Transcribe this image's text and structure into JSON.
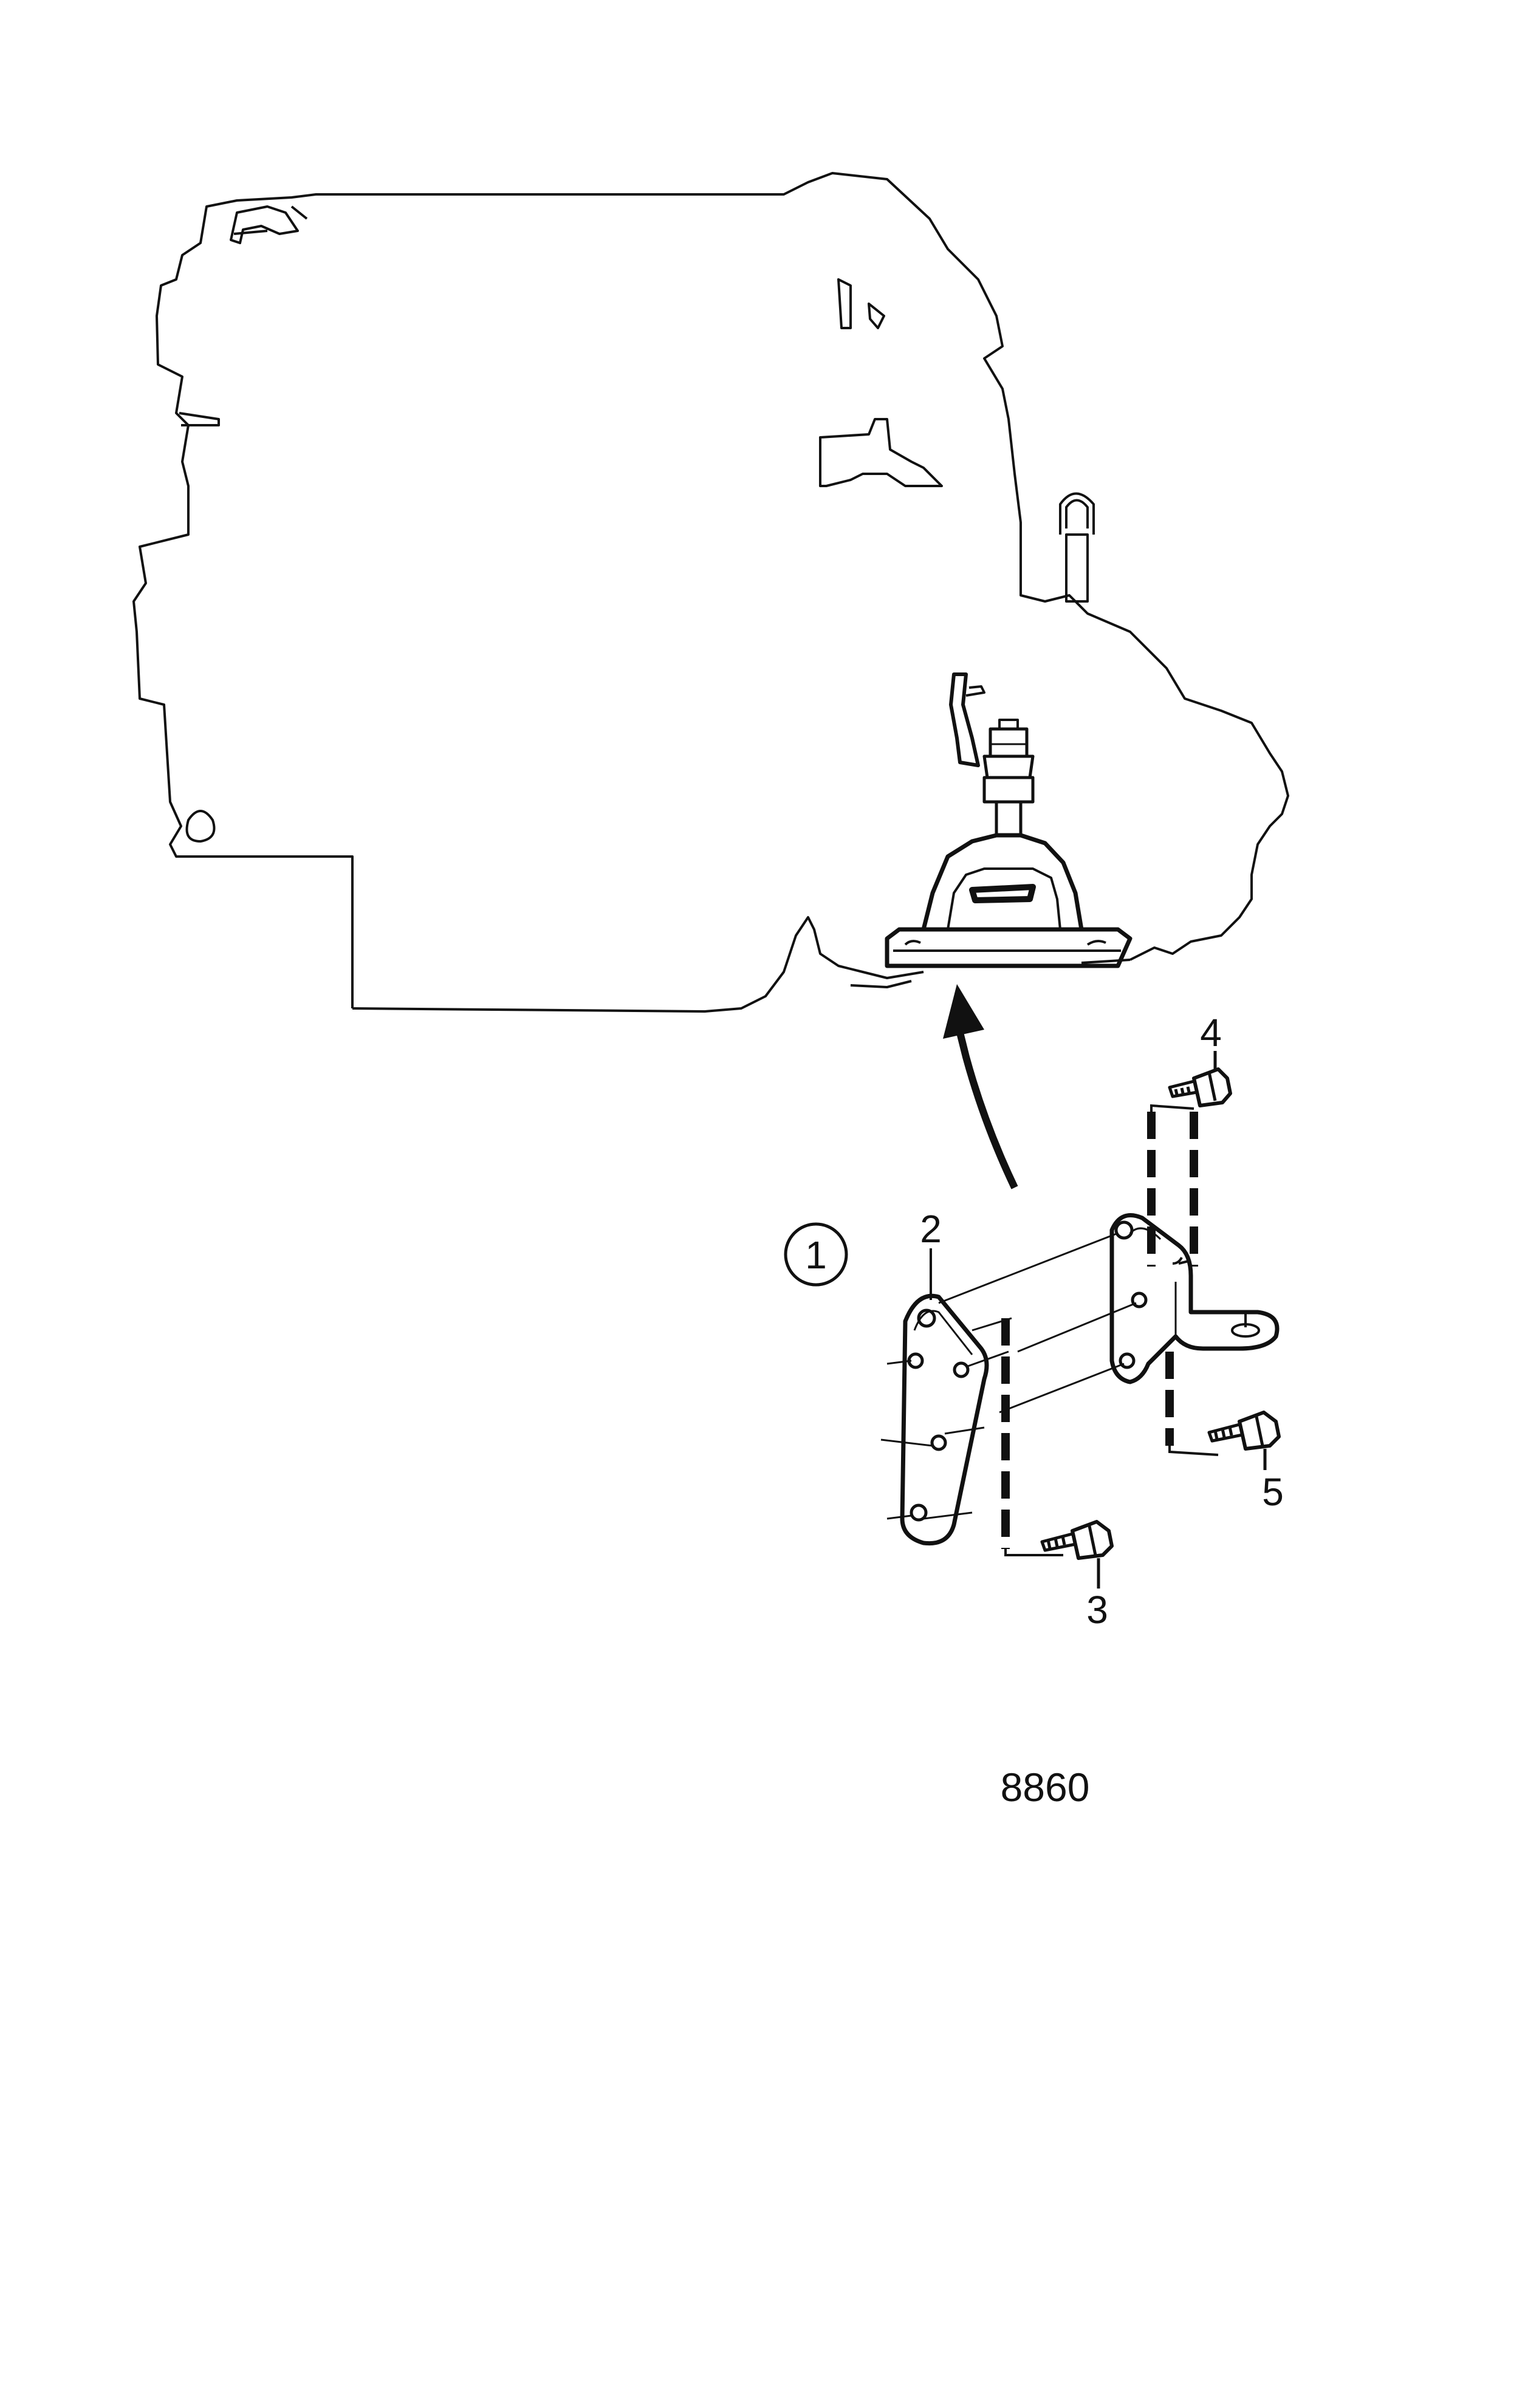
{
  "diagram": {
    "callouts": {
      "group": "1",
      "plate": "2",
      "bolt_bottom": "3",
      "bolt_top": "4",
      "bolt_right": "5"
    },
    "figure_number": "8860"
  },
  "colors": {
    "ink": "#111111",
    "background": "#ffffff"
  }
}
